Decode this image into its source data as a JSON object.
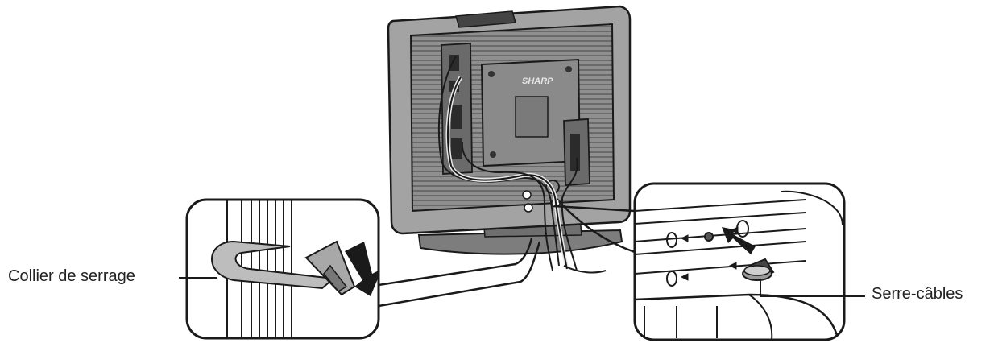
{
  "labels": {
    "cable_tie": "Collier de serrage",
    "cable_clamp": "Serre-câbles"
  },
  "logo": {
    "brand_text": "SHARP"
  },
  "colors": {
    "ink": "#1a1a1a",
    "tv_body": "#9c9c9c",
    "tv_panel": "#8a8a8a",
    "inset_fill": "#ffffff",
    "highlight": "#d8d8d8"
  }
}
